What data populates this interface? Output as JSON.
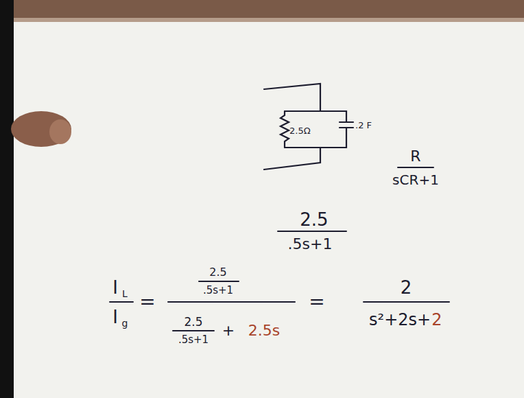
{
  "diagram": {
    "labels": [
      "2.5Ω",
      ".2 F",
      "R",
      "sCR+1",
      "2.5",
      ".5s+1",
      "I",
      "L",
      "I",
      "g",
      "=",
      "2.5",
      ".5s+1",
      "2.5",
      ".5s+1",
      "+",
      "2.5s",
      "=",
      "2",
      "s²+2s+",
      "2"
    ]
  }
}
